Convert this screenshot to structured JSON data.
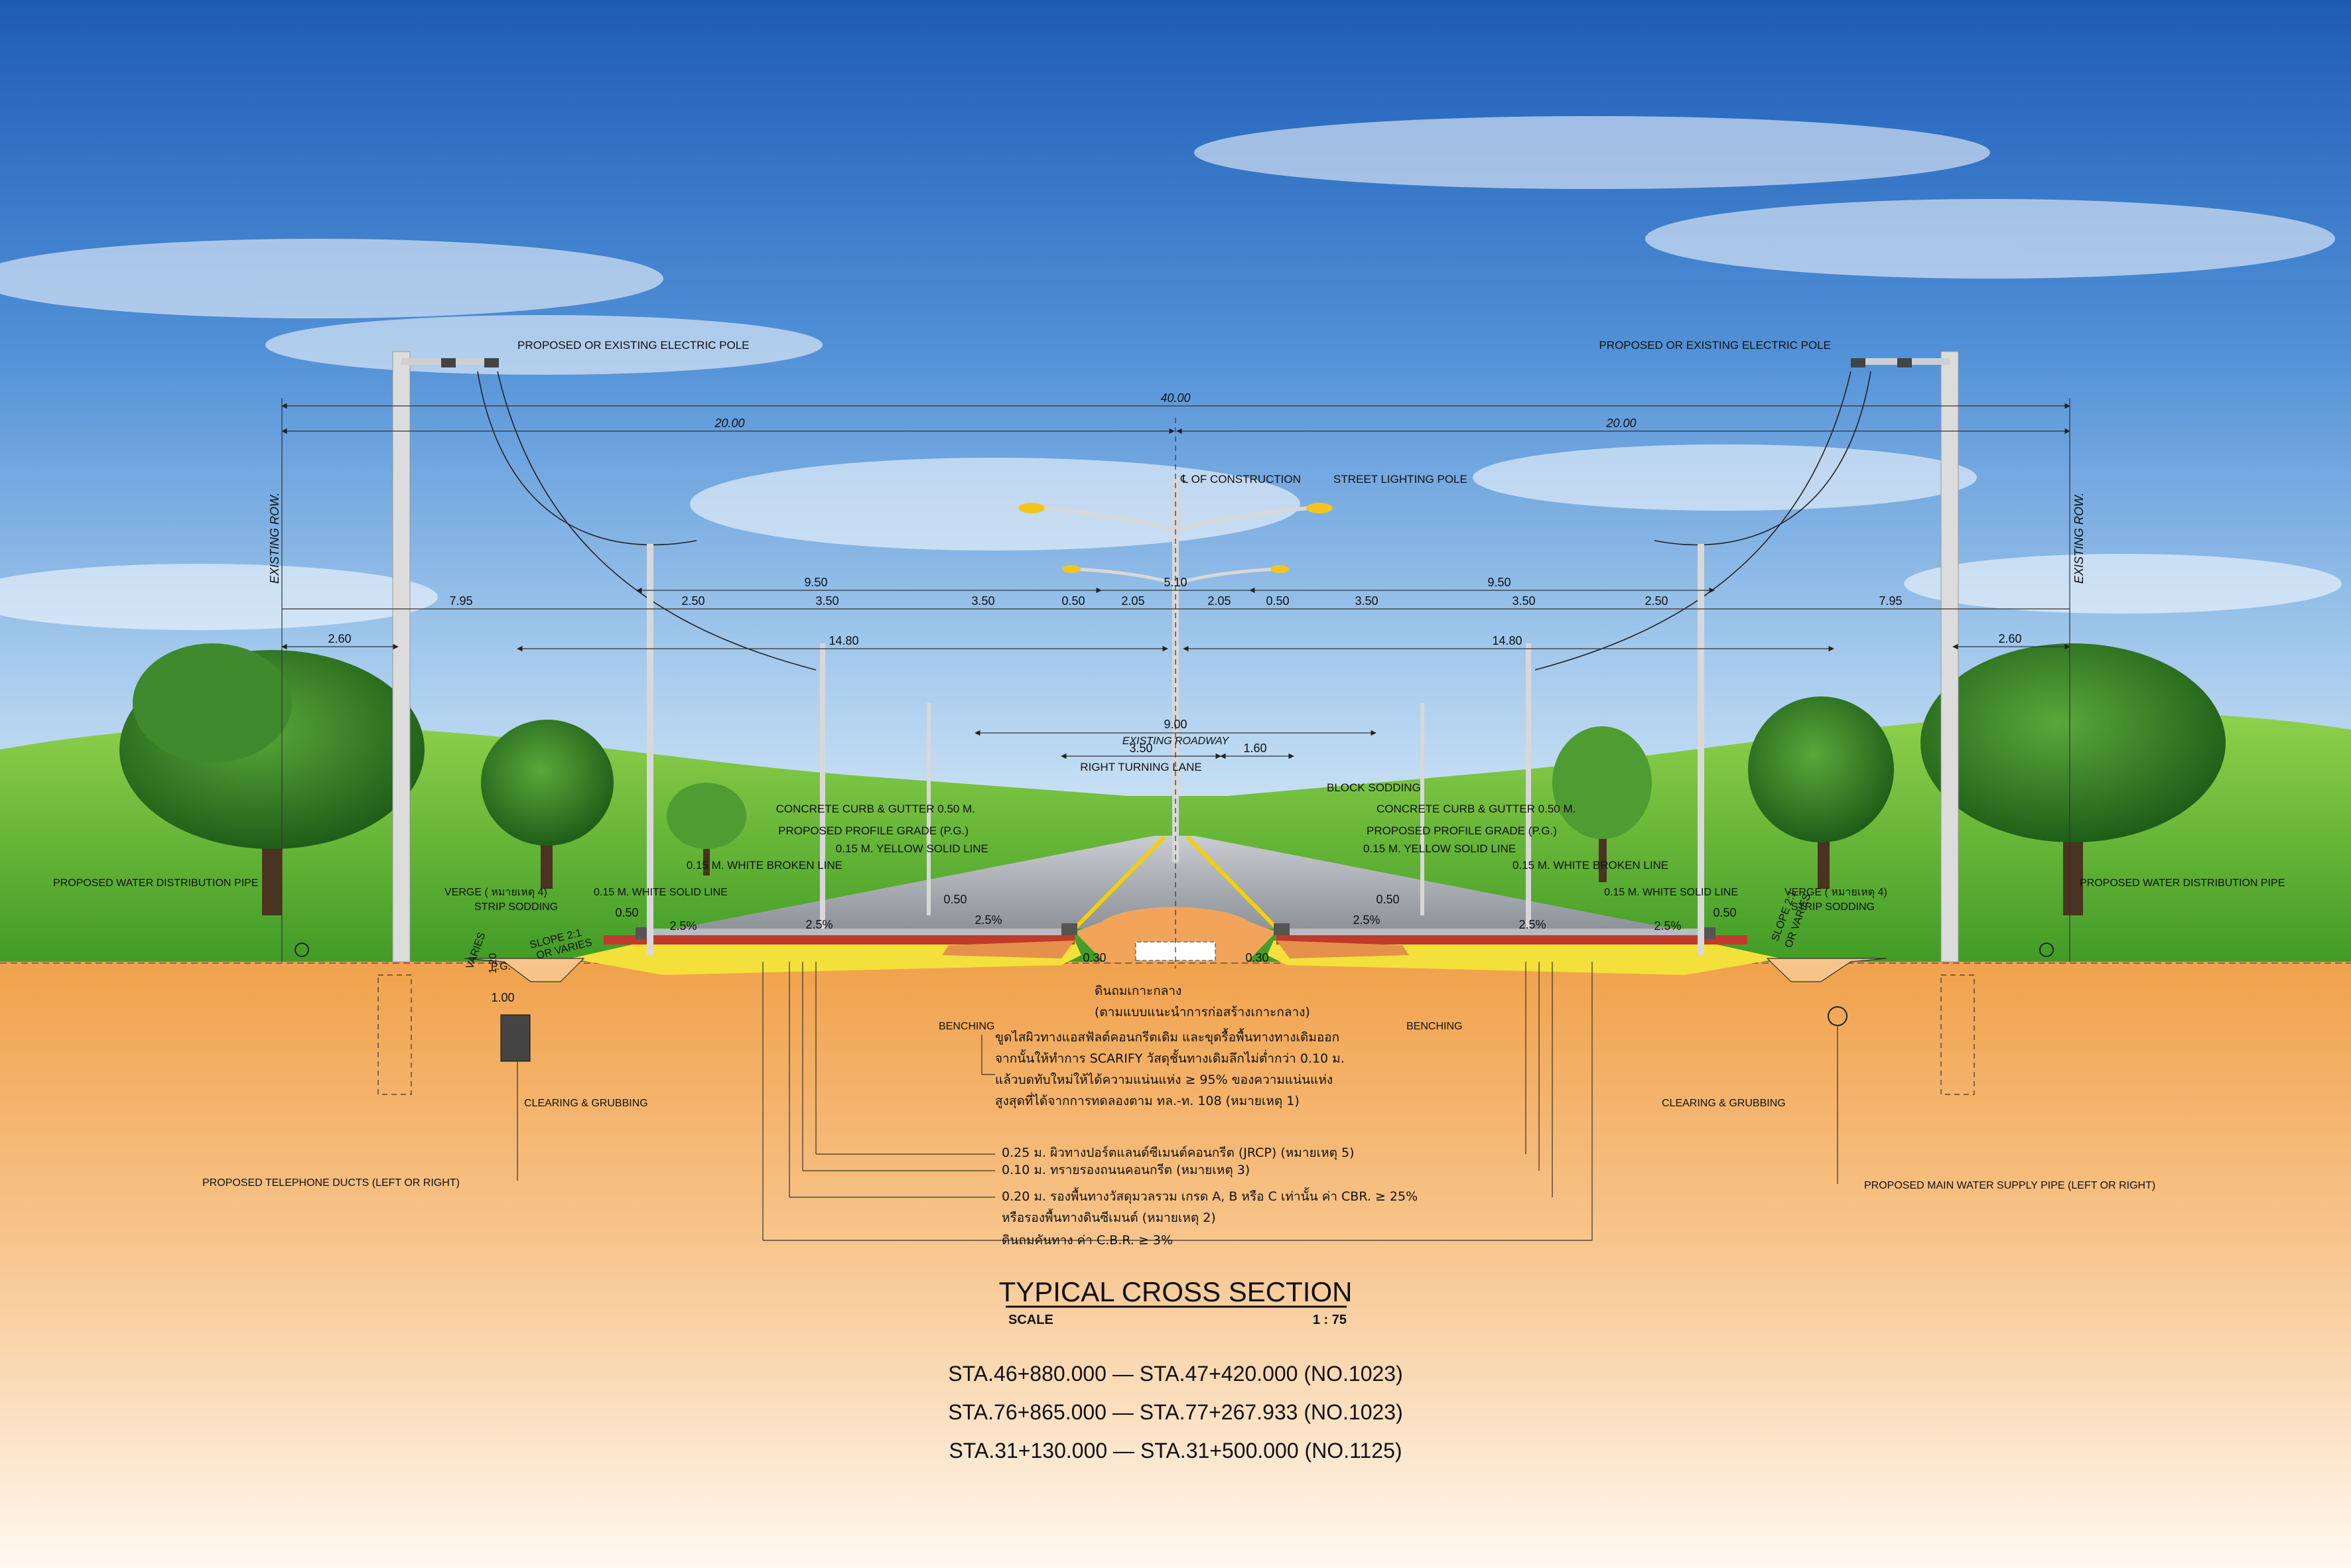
{
  "colors": {
    "sky_top": "#1e5fb8",
    "sky_mid": "#6fa4dd",
    "sky_low": "#eef6fb",
    "grass": "#5cb532",
    "tree": "#2f7a22",
    "soil_top": "#f1a24e",
    "soil_bottom": "#fff7ee",
    "asphalt": "#9a9fa6",
    "yellow_line": "#f5d000",
    "base_red": "#c0392b",
    "subbase_yellow": "#f4e03a",
    "concrete": "#c9c9c9"
  },
  "dimensions": {
    "total_width": "40.00",
    "half_left": "20.00",
    "half_right": "20.00",
    "left_9_50": "9.50",
    "right_9_50": "9.50",
    "median": "5.10",
    "left_7_95": "7.95",
    "left_2_50": "2.50",
    "left_3_50a": "3.50",
    "left_3_50b": "3.50",
    "left_0_50": "0.50",
    "mid_2_05a": "2.05",
    "mid_2_05b": "2.05",
    "right_0_50": "0.50",
    "right_3_50a": "3.50",
    "right_3_50b": "3.50",
    "right_2_50": "2.50",
    "right_7_95": "7.95",
    "left_2_60": "2.60",
    "right_2_60": "2.60",
    "left_14_80": "14.80",
    "right_14_80": "14.80",
    "existing_9_00": "9.00",
    "existing_roadway": "EXISTING ROADWAY",
    "turn_3_50": "3.50",
    "turn_1_60": "1.60",
    "right_turning_lane": "RIGHT TURNING LANE",
    "existing_row_left": "EXISTING ROW.",
    "existing_row_right": "EXISTING ROW.",
    "slope_left_1": "2.5%",
    "slope_left_2": "2.5%",
    "slope_left_3": "2.5%",
    "slope_right_1": "2.5%",
    "slope_right_2": "2.5%",
    "slope_right_3": "2.5%",
    "curb_left_050": "0.50",
    "curb_left_050b": "0.50",
    "curb_right_050": "0.50",
    "curb_right_050b": "0.50",
    "median_030a": "0.30",
    "median_030b": "0.30",
    "ditch_100": "1.00",
    "ditch_120": "1.20",
    "varies": "VARIES",
    "slope_21": "SLOPE 2:1",
    "or_varies": "OR VARIES",
    "pg": "P.G."
  },
  "labels": {
    "electric_pole_left": "PROPOSED OR EXISTING ELECTRIC POLE",
    "electric_pole_right": "PROPOSED OR EXISTING ELECTRIC POLE",
    "centerline": "℄ OF CONSTRUCTION",
    "street_lighting_pole": "STREET LIGHTING POLE",
    "concrete_curb_left": "CONCRETE CURB & GUTTER 0.50 M.",
    "concrete_curb_right": "CONCRETE CURB & GUTTER 0.50 M.",
    "profile_grade_left": "PROPOSED PROFILE GRADE (P.G.)",
    "profile_grade_right": "PROPOSED PROFILE GRADE (P.G.)",
    "yellow_line_left": "0.15 M. YELLOW SOLID LINE",
    "yellow_line_right": "0.15 M. YELLOW SOLID LINE",
    "white_broken_left": "0.15 M. WHITE BROKEN LINE",
    "white_broken_right": "0.15 M. WHITE BROKEN LINE",
    "white_solid_left": "0.15 M. WHITE SOLID LINE",
    "white_solid_right": "0.15 M. WHITE SOLID LINE",
    "block_sodding": "BLOCK SODDING",
    "water_dist_left": "PROPOSED WATER DISTRIBUTION PIPE",
    "water_dist_right": "PROPOSED WATER DISTRIBUTION PIPE",
    "verge_left": "VERGE ( หมายเหตุ 4)",
    "verge_right": "VERGE ( หมายเหตุ 4)",
    "strip_sodding_left": "STRIP SODDING",
    "strip_sodding_right": "STRIP SODDING",
    "benching_left": "BENCHING",
    "benching_right": "BENCHING",
    "clearing_left": "CLEARING & GRUBBING",
    "clearing_right": "CLEARING & GRUBBING",
    "telephone_ducts": "PROPOSED TELEPHONE DUCTS (LEFT OR RIGHT)",
    "main_water_pipe": "PROPOSED MAIN WATER SUPPLY PIPE (LEFT OR RIGHT)"
  },
  "notes": {
    "median_fill_1": "ดินถมเกาะกลาง",
    "median_fill_2": "(ตามแบบแนะนำการก่อสร้างเกาะกลาง)",
    "scarify_1": "ขูดไสผิวทางแอสฟัลต์คอนกรีตเดิม และขุดรื้อพื้นทางทางเดิมออก",
    "scarify_2": "จากนั้นให้ทำการ SCARIFY วัสดุชั้นทางเดิมลึกไม่ต่ำกว่า 0.10 ม.",
    "scarify_3": "แล้วบดทับใหม่ให้ได้ความแน่นแห่ง ≥ 95% ของความแน่นแห่ง",
    "scarify_4": "สูงสุดที่ได้จากการทดลองตาม ทล.-ท. 108 (หมายเหตุ 1)",
    "layer_1": "0.25 ม. ผิวทางปอร์ตแลนด์ซีเมนต์คอนกรีต (JRCP) (หมายเหตุ 5)",
    "layer_2": "0.10 ม. ทรายรองถนนคอนกรีต (หมายเหตุ 3)",
    "layer_3": "0.20 ม. รองพื้นทางวัสดุมวลรวม เกรด A, B หรือ C เท่านั้น ค่า CBR. ≥ 25%",
    "layer_3b": "หรือรองพื้นทางดินซีเมนต์ (หมายเหตุ 2)",
    "layer_4": "ดินถมคันทาง ค่า C.B.R. ≥ 3%"
  },
  "title": {
    "main": "TYPICAL CROSS SECTION",
    "scale_label": "SCALE",
    "scale_value": "1 : 75",
    "stations": [
      "STA.46+880.000  —  STA.47+420.000  (NO.1023)",
      "STA.76+865.000  —  STA.77+267.933  (NO.1023)",
      "STA.31+130.000  —  STA.31+500.000  (NO.1125)"
    ]
  }
}
